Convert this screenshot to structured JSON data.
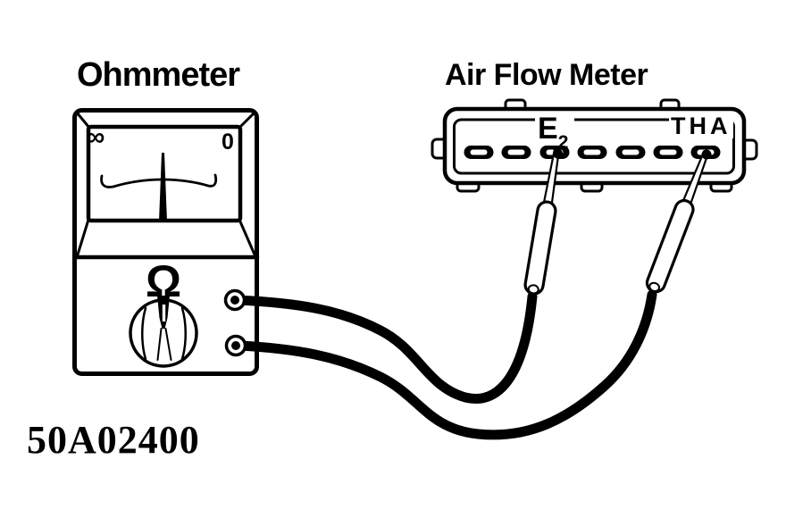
{
  "figure": {
    "background": "#ffffff",
    "ink_color": "#000000",
    "figure_id": "50A02400",
    "ohmmeter": {
      "label": "Ohmmeter",
      "scale_left_symbol": "∞",
      "scale_right_symbol": "0",
      "mode_symbol": "Ω",
      "terminal_count": 2,
      "needle_position": "center"
    },
    "air_flow_meter": {
      "label": "Air Flow Meter",
      "pin_count": 7,
      "probed_terminals": {
        "e2_letter": "E",
        "e2_subscript": "2",
        "tha": "THA"
      }
    }
  }
}
